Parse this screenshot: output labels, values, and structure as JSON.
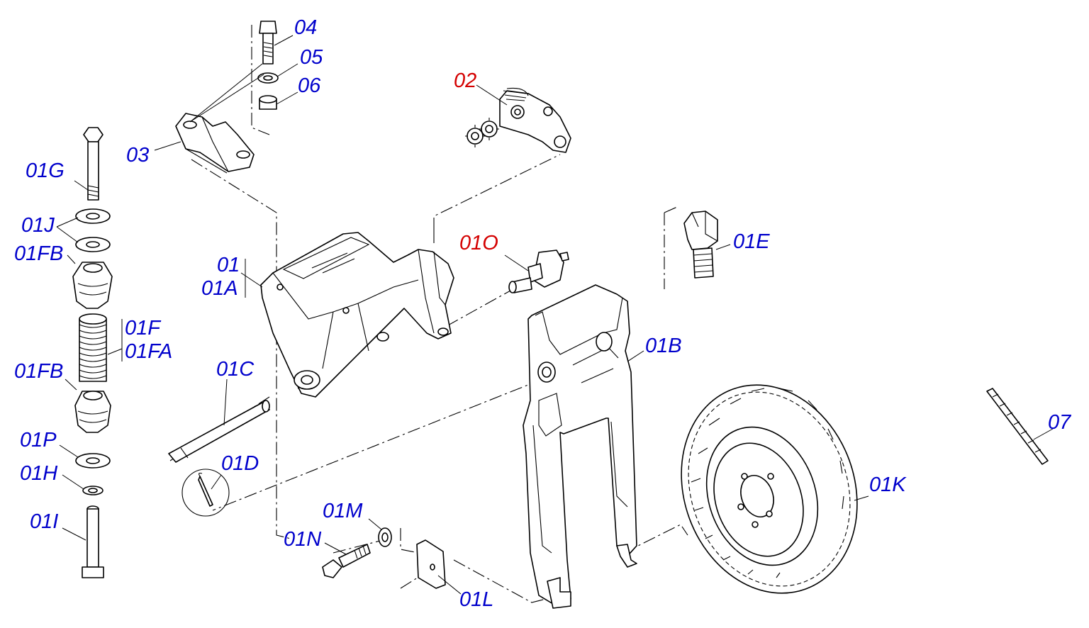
{
  "colors": {
    "label_default": "#0000cc",
    "label_highlight": "#d40000",
    "line": "#000000",
    "background": "#ffffff"
  },
  "labels": {
    "p04": "04",
    "p05": "05",
    "p06": "06",
    "p03": "03",
    "p02": "02",
    "p01": "01",
    "p01A": "01A",
    "p01B": "01B",
    "p01C": "01C",
    "p01D": "01D",
    "p01E": "01E",
    "p01F": "01F",
    "p01FA": "01FA",
    "p01FB_top": "01FB",
    "p01FB_bottom": "01FB",
    "p01G": "01G",
    "p01H": "01H",
    "p01I": "01I",
    "p01J": "01J",
    "p01K": "01K",
    "p01L": "01L",
    "p01M": "01M",
    "p01N": "01N",
    "p01O": "01O",
    "p01P": "01P",
    "p07": "07"
  },
  "highlighted_parts": [
    "02",
    "01O"
  ]
}
